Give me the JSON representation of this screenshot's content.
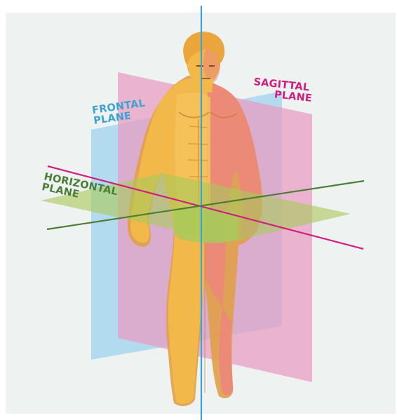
{
  "labels": {
    "frontal": [
      "FRONTAL",
      "PLANE"
    ],
    "sagittal": [
      "SAGITTAL",
      "PLANE"
    ],
    "horizontal": [
      "HORIZONTAL",
      "PLANE"
    ]
  },
  "colors": {
    "background": "#eef2f1",
    "frontal": "#3da3d4",
    "frontal_fill": "#a8d7ee",
    "sagittal": "#d21f7f",
    "sagittal_fill": "#e99bc2",
    "horizontal": "#4c7d36",
    "horizontal_fill": "#a9c95a",
    "skin": "#f2b84a",
    "skin_shade": "#e99a46",
    "skin_right": "#ea8a77",
    "hair": "#eaa53d"
  }
}
